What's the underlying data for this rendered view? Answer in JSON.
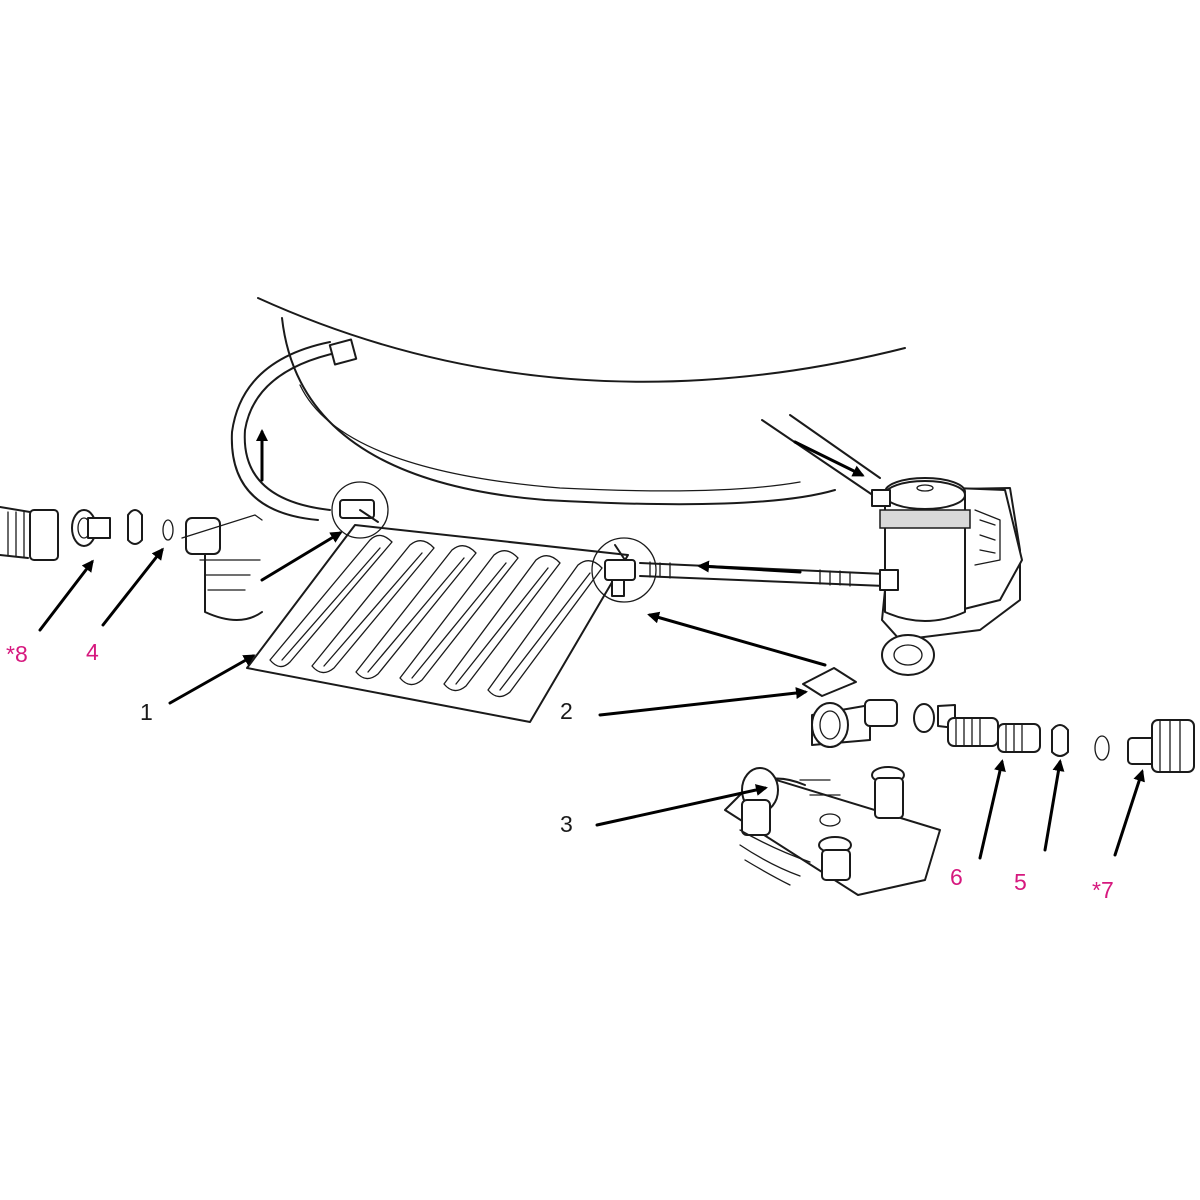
{
  "labels": {
    "l1": "1",
    "l2": "2",
    "l3": "3",
    "l4": "4",
    "l5": "5",
    "l6": "6",
    "l7": "*7",
    "l8": "*8"
  },
  "colors": {
    "line": "#1a1a1a",
    "label_black": "#1a1a1a",
    "label_pink": "#d6187e",
    "background": "#ffffff"
  }
}
